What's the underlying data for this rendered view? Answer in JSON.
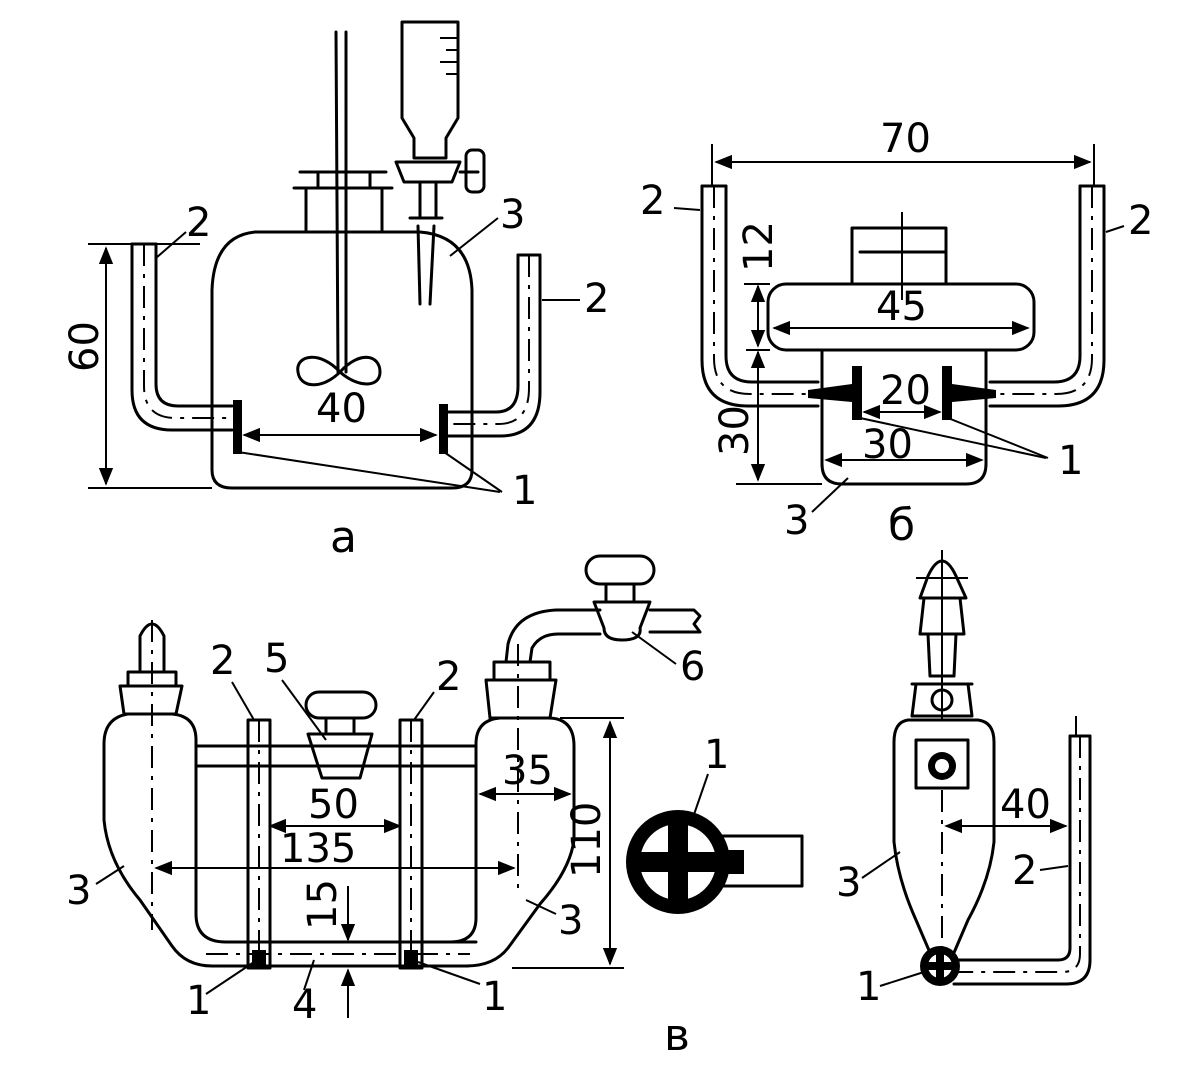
{
  "captions": {
    "a": "а",
    "b": "б",
    "c": "в"
  },
  "figure_a": {
    "dim_height": "60",
    "dim_width": "40",
    "labels": {
      "electrodes": "1",
      "tube_left": "2",
      "tube_right": "2",
      "vessel": "3"
    }
  },
  "figure_b": {
    "dim_total_width": "70",
    "dim_lid_width": "45",
    "dim_gap": "20",
    "dim_bottom_width": "30",
    "dim_height": "30",
    "dim_lid_offset": "12",
    "labels": {
      "tube_left": "2",
      "tube_right": "2",
      "electrodes": "1",
      "vessel": "3"
    }
  },
  "figure_c": {
    "dim_inner": "50",
    "dim_span": "135",
    "dim_shoulder": "35",
    "dim_height": "110",
    "dim_gap": "15",
    "labels": {
      "tube_left": "2",
      "tube_right": "2",
      "stopcock_center": "5",
      "stopcock_outlet": "6",
      "vessel_left": "3",
      "vessel_right": "3",
      "electrode_left": "1",
      "electrode_right": "1",
      "bridge": "4",
      "electrode_detail": "1"
    },
    "side": {
      "dim_width": "40",
      "vessel": "3",
      "tube": "2",
      "electrode": "1"
    }
  }
}
